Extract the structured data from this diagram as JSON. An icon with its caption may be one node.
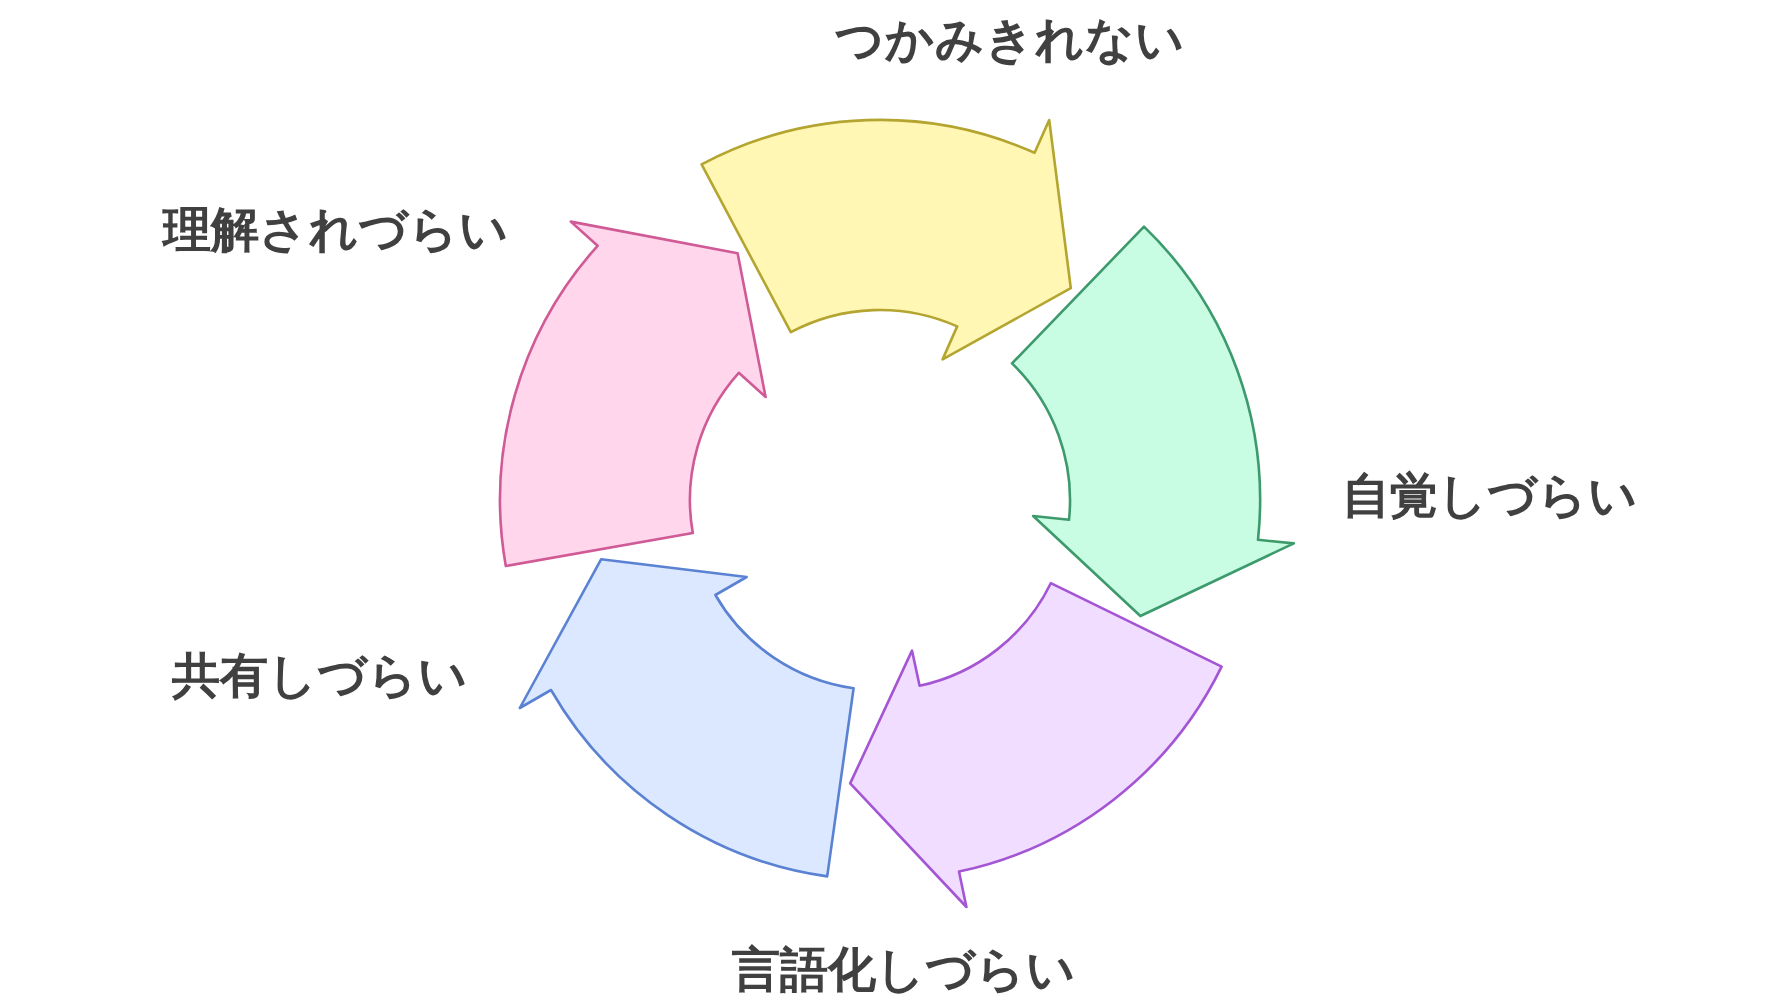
{
  "diagram": {
    "nodes": [
      {
        "text": [],
        "shape": "arrow",
        "beside": [
          "理解されづらい"
        ]
      },
      {
        "text": [],
        "shape": "arrow",
        "beside": [
          "つかみきれない"
        ]
      },
      {
        "text": [],
        "shape": "arrow",
        "beside": [
          "自覚しづらい"
        ]
      },
      {
        "text": [],
        "shape": "arrow",
        "beside": [
          "言語化しづらい"
        ]
      },
      {
        "text": [],
        "shape": "arrow",
        "beside": [
          "共有しづらい"
        ]
      }
    ]
  }
}
